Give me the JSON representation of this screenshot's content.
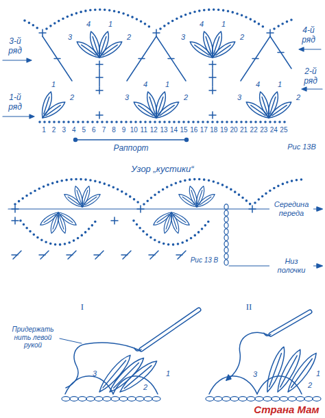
{
  "diagram": {
    "labels": [
      "3",
      "4",
      "1",
      "2",
      "3",
      "4",
      "1",
      "2",
      "4-й ряд",
      "3-й ряд",
      "1",
      "2",
      "3",
      "4",
      "1",
      "2",
      "3",
      "4",
      "1",
      "2",
      "2-й ряд",
      "1-й ряд",
      "1",
      "2",
      "3",
      "4",
      "5",
      "6",
      "7",
      "8",
      "9",
      "10",
      "11",
      "12",
      "13",
      "14",
      "15",
      "16",
      "17",
      "18",
      "19",
      "20",
      "21",
      "22",
      "23",
      "24",
      "25",
      "Раппорт",
      "Рис 13В",
      "Узор „кустики“",
      "Середина переда",
      "Низ полочки",
      "Рис 13 В",
      "I",
      "II",
      "Придержать нить левой рукой",
      "1",
      "2",
      "3",
      "1",
      "2",
      "3",
      "Страна Мам"
    ]
  }
}
